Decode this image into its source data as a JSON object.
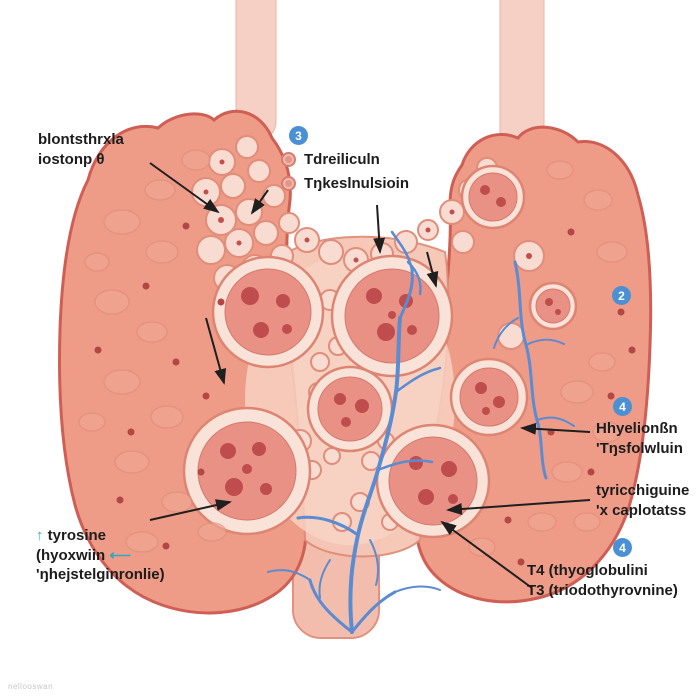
{
  "page": {
    "background": "#ffffff",
    "watermark": "nellooswan"
  },
  "colors": {
    "gland": "#ee9b87",
    "gland_edge": "#cf5f54",
    "follicle_ring": "#dd8572",
    "colloid": "#ea9186",
    "vessel_blue": "#5b8bd0",
    "badge_blue": "#4a90d2",
    "arrow": "#1f1f1f",
    "teal_accent": "#2fa8c0"
  },
  "badges": {
    "follicle_band": "3",
    "right_upper": "2",
    "parafollicular": "4",
    "hormones": "4"
  },
  "annotations": {
    "isthmus": {
      "line1": "blontsthrxla",
      "line2": "iostonp θ"
    },
    "follicle_legend": {
      "line1": "Tdreiliculn",
      "line2": "Tŋkeslnulsioin"
    },
    "parafollicular": {
      "line1": "Hhyelionßn",
      "line2": "'Tŋsfolwluin"
    },
    "capillaries": {
      "line1": "tyricchiguine",
      "line2": "'x caplotatss"
    },
    "hormones": {
      "line1": "T4 (thyoglobulini",
      "line2": "T3 (triodothyrovnine)"
    },
    "tyrosine": {
      "line1": "tyrosine",
      "line2": "(hyoxwiin",
      "line3": "'ŋhejstelginronlie)"
    },
    "tyrosine_up_arrow": "↑",
    "tyrosine_left_arrow": "⟵"
  }
}
